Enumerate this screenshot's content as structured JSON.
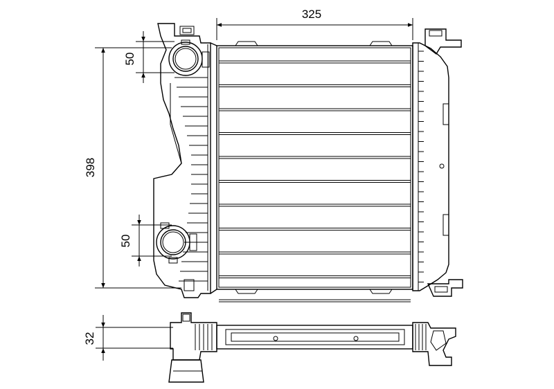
{
  "drawing": {
    "dimensions": {
      "width_label": "325",
      "height_label": "398",
      "top_port_label": "50",
      "bottom_port_label": "50",
      "depth_label": "32"
    },
    "line_color": "#000000",
    "background_color": "#ffffff"
  }
}
